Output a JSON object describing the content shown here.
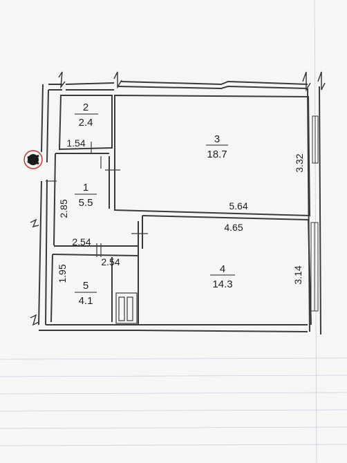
{
  "plan": {
    "rooms": [
      {
        "number": "2",
        "area": "2.4"
      },
      {
        "number": "3",
        "area": "18.7"
      },
      {
        "number": "1",
        "area": "5.5"
      },
      {
        "number": "4",
        "area": "14.3"
      },
      {
        "number": "5",
        "area": "4.1"
      }
    ],
    "dimensions": {
      "d1_54": "1.54",
      "d3_32": "3.32",
      "d2_85": "2.85",
      "d5_64": "5.64",
      "d4_65": "4.65",
      "d2_54_a": "2.54",
      "d2_54_b": "2.54",
      "d1_95": "1.95",
      "d3_14": "3.14"
    },
    "colors": {
      "paper": "#f7f7f8",
      "wall": "#3a3a3a",
      "line": "#4a4a4a",
      "grid": "#b9c3dd",
      "marker": "#c0392b"
    },
    "icons": [
      "riser-marker-icon",
      "ventilation-shaft-icon",
      "window-icon"
    ]
  }
}
